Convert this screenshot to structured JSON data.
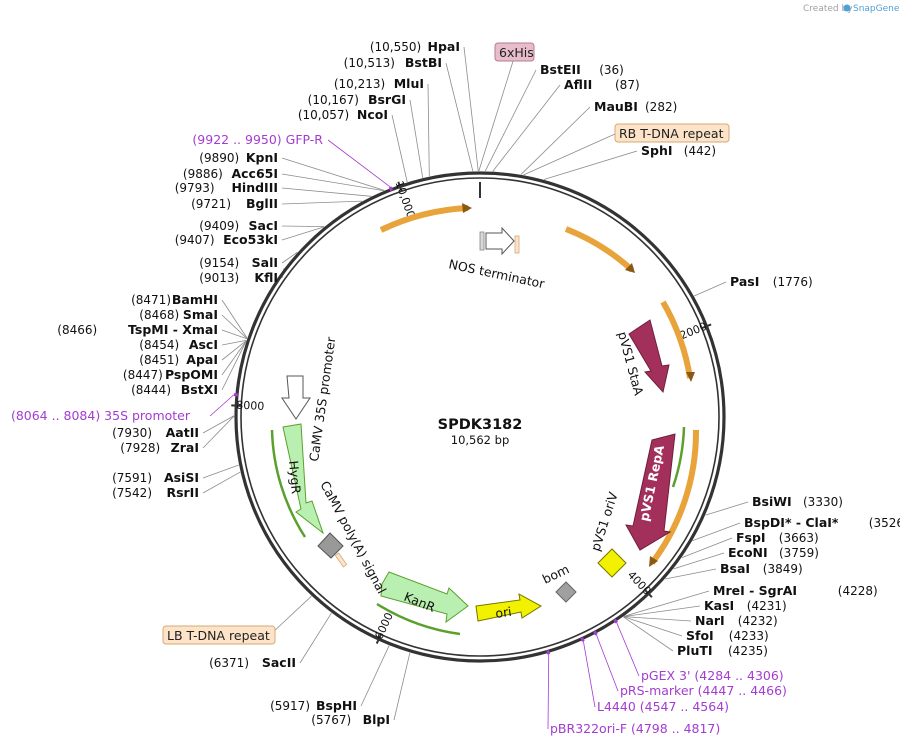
{
  "credit": {
    "prefix": "Created by",
    "brand": "SnapGene"
  },
  "plasmid": {
    "name": "SPDK3182",
    "size_label": "10,562 bp",
    "length": 10562
  },
  "ticks": [
    {
      "bp": 2000,
      "label": "2000"
    },
    {
      "bp": 4000,
      "label": "4000"
    },
    {
      "bp": 6000,
      "label": "6000"
    },
    {
      "bp": 8000,
      "label": "8000"
    },
    {
      "bp": 10000,
      "label": "10,000"
    }
  ],
  "sites_left": [
    {
      "name": "HpaI",
      "pos": "(10,550)",
      "bp": 10550
    },
    {
      "name": "BstBI",
      "pos": "(10,513)",
      "bp": 10513
    },
    {
      "name": "MluI",
      "pos": "(10,213)",
      "bp": 10213
    },
    {
      "name": "BsrGI",
      "pos": "(10,167)",
      "bp": 10167
    },
    {
      "name": "NcoI",
      "pos": "(10,057)",
      "bp": 10057
    },
    {
      "name": "KpnI",
      "pos": "(9890)",
      "bp": 9890
    },
    {
      "name": "Acc65I",
      "pos": "(9886)",
      "bp": 9886
    },
    {
      "name": "HindIII",
      "pos": "(9793)",
      "bp": 9793
    },
    {
      "name": "BglII",
      "pos": "(9721)",
      "bp": 9721
    },
    {
      "name": "SacI",
      "pos": "(9409)",
      "bp": 9409
    },
    {
      "name": "Eco53kI",
      "pos": "(9407)",
      "bp": 9407
    },
    {
      "name": "SalI",
      "pos": "(9154)",
      "bp": 9154
    },
    {
      "name": "KflI",
      "pos": "(9013)",
      "bp": 9013
    },
    {
      "name": "BamHI",
      "pos": "(8471)",
      "bp": 8471
    },
    {
      "name": "SmaI",
      "pos": "(8468)",
      "bp": 8468
    },
    {
      "name": "TspMI  -  XmaI",
      "pos": "(8466)",
      "bp": 8466
    },
    {
      "name": "AscI",
      "pos": "(8454)",
      "bp": 8454
    },
    {
      "name": "ApaI",
      "pos": "(8451)",
      "bp": 8451
    },
    {
      "name": "PspOMI",
      "pos": "(8447)",
      "bp": 8447
    },
    {
      "name": "BstXI",
      "pos": "(8444)",
      "bp": 8444
    },
    {
      "name": "AatII",
      "pos": "(7930)",
      "bp": 7930
    },
    {
      "name": "ZraI",
      "pos": "(7928)",
      "bp": 7928
    },
    {
      "name": "AsiSI",
      "pos": "(7591)",
      "bp": 7591
    },
    {
      "name": "RsrII",
      "pos": "(7542)",
      "bp": 7542
    },
    {
      "name": "SacII",
      "pos": "(6371)",
      "bp": 6371
    },
    {
      "name": "BspHI",
      "pos": "(5917)",
      "bp": 5917
    },
    {
      "name": "BlpI",
      "pos": "(5767)",
      "bp": 5767
    }
  ],
  "sites_right": [
    {
      "name": "BstEII",
      "pos": "(36)",
      "bp": 36
    },
    {
      "name": "AflII",
      "pos": "(87)",
      "bp": 87
    },
    {
      "name": "MauBI",
      "pos": "(282)",
      "bp": 282
    },
    {
      "name": "SphI",
      "pos": "(442)",
      "bp": 442
    },
    {
      "name": "PasI",
      "pos": "(1776)",
      "bp": 1776
    },
    {
      "name": "BsiWI",
      "pos": "(3330)",
      "bp": 3330
    },
    {
      "name": "BspDI* - ClaI*",
      "pos": "(3526)",
      "bp": 3526
    },
    {
      "name": "FspI",
      "pos": "(3663)",
      "bp": 3663
    },
    {
      "name": "EcoNI",
      "pos": "(3759)",
      "bp": 3759
    },
    {
      "name": "BsaI",
      "pos": "(3849)",
      "bp": 3849
    },
    {
      "name": "MreI  -  SgrAI",
      "pos": "(4228)",
      "bp": 4228
    },
    {
      "name": "KasI",
      "pos": "(4231)",
      "bp": 4231
    },
    {
      "name": "NarI",
      "pos": "(4232)",
      "bp": 4232
    },
    {
      "name": "SfoI",
      "pos": "(4233)",
      "bp": 4233
    },
    {
      "name": "PluTI",
      "pos": "(4235)",
      "bp": 4235
    }
  ],
  "primers": [
    {
      "text": "(9922 .. 9950)  GFP-R",
      "bp": 9936
    },
    {
      "text": "(8064 .. 8084)  35S promoter",
      "bp": 8074
    },
    {
      "text": "pGEX 3'   (4284 .. 4306)",
      "bp": 4295
    },
    {
      "text": "pRS-marker   (4447 .. 4466)",
      "bp": 4456
    },
    {
      "text": "L4440    (4547 .. 4564)",
      "bp": 4555
    },
    {
      "text": "pBR322ori-F    (4798 .. 4817)",
      "bp": 4807
    }
  ],
  "feature_boxes": [
    {
      "text": "6xHis",
      "fill": "#e7bccb",
      "stroke": "#b57b90"
    },
    {
      "text": "RB T-DNA repeat",
      "fill": "#fde4c8",
      "stroke": "#d4a97a"
    },
    {
      "text": "LB T-DNA repeat",
      "fill": "#fde4c8",
      "stroke": "#d4a97a"
    }
  ],
  "features": [
    {
      "text": "NOS terminator"
    },
    {
      "text": "pVS1 StaA"
    },
    {
      "text": "pVS1 RepA"
    },
    {
      "text": "pVS1 oriV"
    },
    {
      "text": "bom"
    },
    {
      "text": "ori"
    },
    {
      "text": "KanR"
    },
    {
      "text": "CaMV poly(A) signal"
    },
    {
      "text": "HygR"
    },
    {
      "text": "CaMV 35S promoter"
    }
  ],
  "colors": {
    "backbone": "#333333",
    "primer": "#a43cd0",
    "orf_arrow": "#e8a33a",
    "resistance": "#b9f0b2",
    "resistance_line": "#5aa02c",
    "repa": "#a3305a",
    "ori": "#f2f200",
    "bom": "#a0a0a0",
    "brand": "#4f9fd8"
  }
}
